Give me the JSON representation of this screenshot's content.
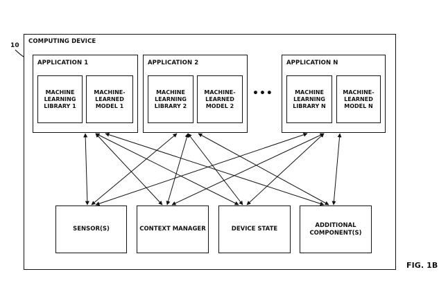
{
  "reference_numeral": "10",
  "device": {
    "title": "COMPUTING DEVICE"
  },
  "applications": [
    {
      "title": "APPLICATION 1",
      "library": "MACHINE\nLEARNING\nLIBRARY 1",
      "model": "MACHINE-\nLEARNED\nMODEL 1"
    },
    {
      "title": "APPLICATION 2",
      "library": "MACHINE\nLEARNING\nLIBRARY 2",
      "model": "MACHINE-\nLEARNED\nMODEL 2"
    },
    {
      "title": "APPLICATION N",
      "library": "MACHINE\nLEARNING\nLIBRARY N",
      "model": "MACHINE-\nLEARNED\nMODEL N"
    }
  ],
  "ellipsis": "•••",
  "components": [
    {
      "label": "SENSOR(S)"
    },
    {
      "label": "CONTEXT MANAGER"
    },
    {
      "label": "DEVICE STATE"
    },
    {
      "label": "ADDITIONAL\nCOMPONENT(S)"
    }
  ],
  "figure_label": "FIG. 1B"
}
